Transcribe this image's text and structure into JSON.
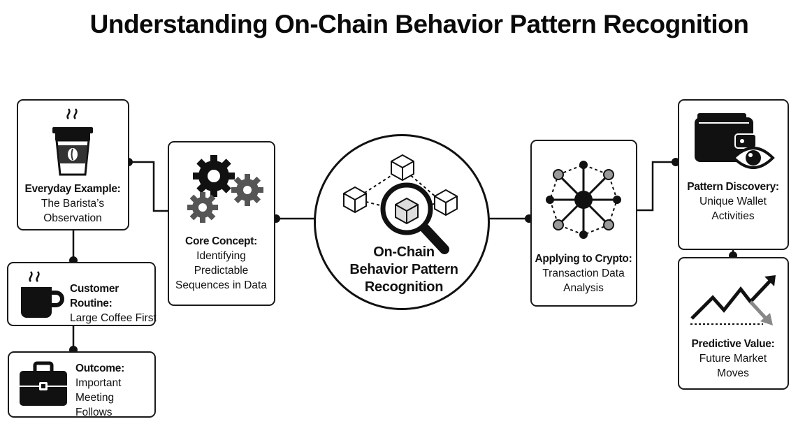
{
  "title": "Understanding On-Chain Behavior Pattern Recognition",
  "nodes": {
    "everyday": {
      "heading": "Everyday Example:",
      "line1": "The Barista’s",
      "line2": "Observation"
    },
    "routine": {
      "heading": "Customer Routine:",
      "line1": "Large Coffee First"
    },
    "outcome": {
      "heading": "Outcome:",
      "line1": "Important Meeting",
      "line2": "Follows"
    },
    "core": {
      "heading": "Core Concept:",
      "line1": "Identifying",
      "line2": "Predictable",
      "line3": "Sequences in Data"
    },
    "center": {
      "line1": "On-Chain",
      "line2": "Behavior Pattern",
      "line3": "Recognition"
    },
    "crypto": {
      "heading": "Applying to Crypto:",
      "line1": "Transaction Data",
      "line2": "Analysis"
    },
    "discovery": {
      "heading": "Pattern Discovery:",
      "line1": "Unique Wallet",
      "line2": "Activities"
    },
    "predictive": {
      "heading": "Predictive Value:",
      "line1": "Future Market",
      "line2": "Moves"
    }
  },
  "icons": {
    "everyday": "coffee-cup-icon",
    "routine": "coffee-mug-icon",
    "outcome": "briefcase-icon",
    "core": "gears-icon",
    "center": "blockchain-magnifier-icon",
    "crypto": "network-icon",
    "discovery": "wallet-eye-icon",
    "predictive": "trend-chart-icon"
  }
}
